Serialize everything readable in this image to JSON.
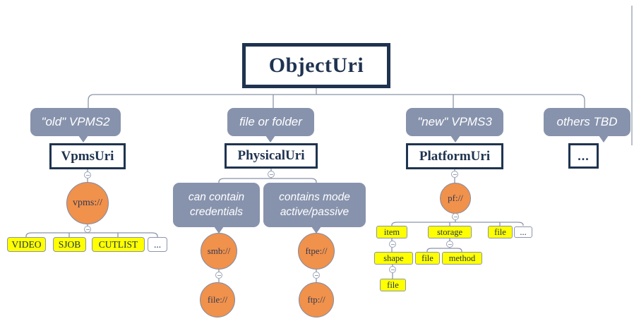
{
  "colors": {
    "navy": "#1f3350",
    "slate": "#8793ad",
    "orange": "#f0914c",
    "yellow": "#ffff00",
    "line": "#8b95a9"
  },
  "root": {
    "label": "ObjectUri"
  },
  "branches": {
    "vpms2": {
      "note": "\"old\" VPMS2",
      "box": "VpmsUri",
      "scheme": "vpms://",
      "children": [
        "VIDEO",
        "SJOB",
        "CUTLIST",
        "..."
      ]
    },
    "physical": {
      "note": "file or folder",
      "box": "PhysicalUri",
      "smb": {
        "note": "can contain credentials",
        "scheme": "smb://",
        "child": "file://"
      },
      "ftpe": {
        "note": "contains mode active/passive",
        "scheme": "ftpe://",
        "child": "ftp://"
      }
    },
    "platform": {
      "note": "\"new\" VPMS3",
      "box": "PlatformUri",
      "scheme": "pf://",
      "children": [
        "item",
        "storage",
        "file",
        "..."
      ],
      "item_child": "shape",
      "shape_child": "file",
      "storage_children": [
        "file",
        "method"
      ]
    },
    "others": {
      "note": "others TBD",
      "box": "..."
    }
  }
}
